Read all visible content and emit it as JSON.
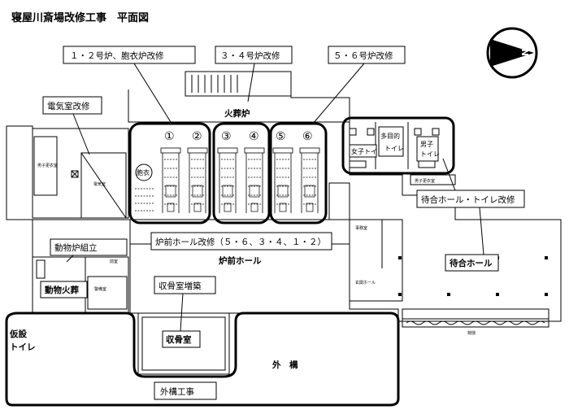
{
  "title": "寝屋川斎場改修工事　平面図",
  "callouts": {
    "furnace12": "１・２号炉、胞衣炉改修",
    "furnace34": "３・４号炉改修",
    "furnace56": "５・６号炉改修",
    "electrical": "電気室改修",
    "waiting_toilet": "待合ホール・トイレ改修",
    "furnace_hall": "炉前ホール改修（５・６、３・４、１・２）",
    "animal_furnace": "動物炉組立",
    "ossuary_ext": "収骨室増築",
    "exterior_work": "外構工事"
  },
  "rooms": {
    "crematorium": "火葬炉",
    "furnace_hall": "炉前ホール",
    "waiting_hall": "待合ホール",
    "animal_cremation": "動物火葬",
    "ossuary": "収骨室",
    "temp_toilet_1": "仮設",
    "temp_toilet_2": "トイレ",
    "exterior": "外　構",
    "womens_toilet": "女子トイレ",
    "mp_toilet_1": "多目的",
    "mp_toilet_2": "トイレ",
    "mens_toilet_1": "男子",
    "mens_toilet_2": "トイレ",
    "placenta": "胞衣"
  },
  "furnace_numbers": [
    "①",
    "②",
    "③",
    "④",
    "⑤",
    "⑥"
  ],
  "compass": "N",
  "small_labels": {
    "mens_locker": "男子更衣室",
    "electrical_room": "電気室",
    "office": "事務室",
    "entrance_hall": "玄関ホール",
    "mens_locker_2": "男子更衣室",
    "animal_prep": "前室",
    "guard": "警備室",
    "loading": "荷捌"
  },
  "colors": {
    "line": "#000000",
    "bg": "#ffffff"
  }
}
